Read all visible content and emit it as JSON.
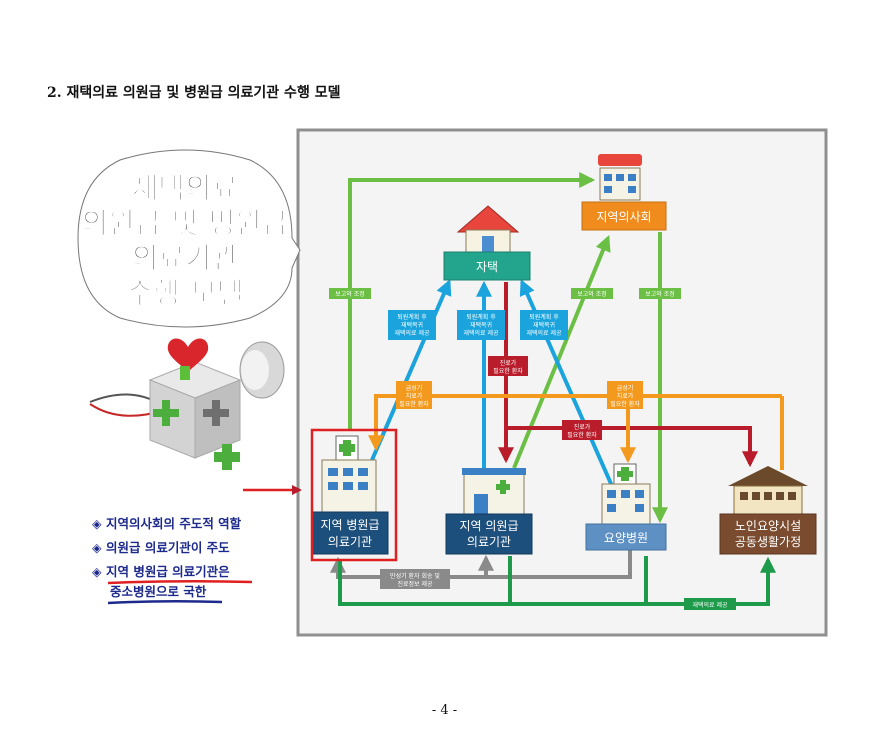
{
  "heading": "2. 재택의료 의원급 및 병원급 의료기관 수행 모델",
  "page_number": "- 4 -",
  "model_title": [
    "재택의료",
    "의원급 및 병원급",
    "의료기관",
    "수행 모델"
  ],
  "nodes": {
    "home": "자택",
    "community": "지역의사회",
    "hospital": [
      "지역 병원급",
      "의료기관"
    ],
    "clinic": [
      "지역 의원급",
      "의료기관"
    ],
    "nursing_hospital": "요양병원",
    "care_facility": [
      "노인요양시설",
      "공동생활가정"
    ]
  },
  "edges": {
    "report_coord": "보고와 조정",
    "discharge_home": [
      "퇴원계획 후",
      "재택복귀",
      "재택의료 제공"
    ],
    "need_care": [
      "진료가",
      "필요한 환자"
    ],
    "acute": [
      "급성기",
      "치료가",
      "필요한 환자"
    ],
    "chronic": [
      "만성기 환자 회송 및",
      "진료정보 제공"
    ],
    "home_care": "재택의료 제공"
  },
  "bullets": [
    "◈ 지역의사회의 주도적 역할",
    "◈ 의원급 의료기관이 주도",
    "◈ 지역 병원급 의료기관은",
    "중소병원으로 국한"
  ],
  "colors": {
    "green": "#6cbf45",
    "dark_green": "#1d9a4a",
    "blue": "#1aa3dc",
    "orange": "#f39a1e",
    "red": "#b91c2b",
    "gray": "#8a8a8a",
    "teal_box": "#22a58c",
    "orange_box": "#f08c1e",
    "navy_box": "#1c4f7c",
    "light_blue_box": "#5f90c4",
    "brown_box": "#7a4b2e",
    "highlight": "#e02020"
  }
}
